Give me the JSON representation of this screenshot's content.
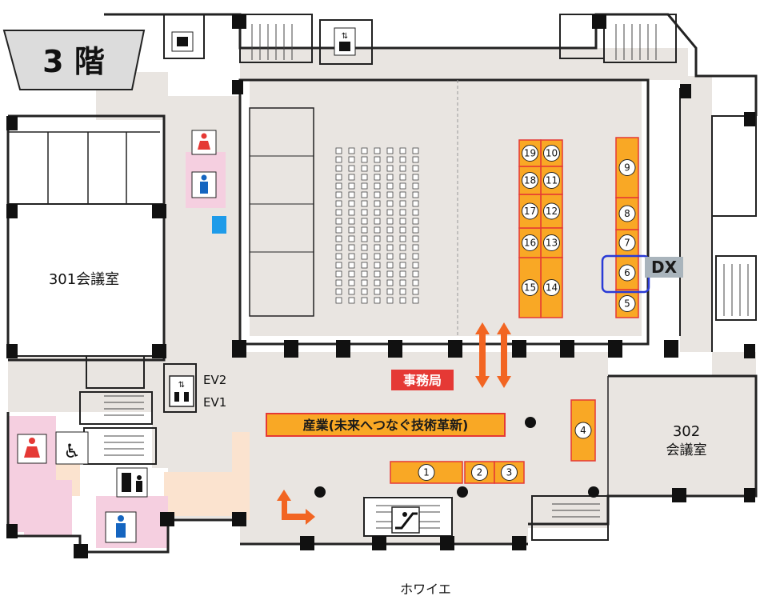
{
  "floor_label": "3 階",
  "rooms": {
    "room_301": "301会議室",
    "room_302_line1": "302",
    "room_302_line2": "会議室"
  },
  "elevators": {
    "ev1": "EV1",
    "ev2": "EV2"
  },
  "labels": {
    "secretariat": "事務局",
    "industry_zone": "産業(未来へつなぐ技術革新)",
    "dx": "DX",
    "foyer": "ホワイエ"
  },
  "booths": [
    "1",
    "2",
    "3",
    "4",
    "5",
    "6",
    "7",
    "8",
    "9",
    "10",
    "11",
    "12",
    "13",
    "14",
    "15",
    "16",
    "17",
    "18",
    "19"
  ],
  "colors": {
    "booth_fill": "#f9a825",
    "booth_border": "#e53935",
    "banner_red": "#e53935",
    "arrow_orange": "#f26522",
    "floor_gray": "#e9e5e1",
    "restroom_pink": "#f5cfe0",
    "highlight_blue": "#2a3bd6",
    "dx_gray": "#a9b4bc"
  },
  "icons": [
    "female-restroom-icon",
    "male-restroom-icon",
    "accessible-restroom-icon",
    "elevator-icon",
    "escalator-icon",
    "vending-machine-icon",
    "water-fountain-icon"
  ]
}
